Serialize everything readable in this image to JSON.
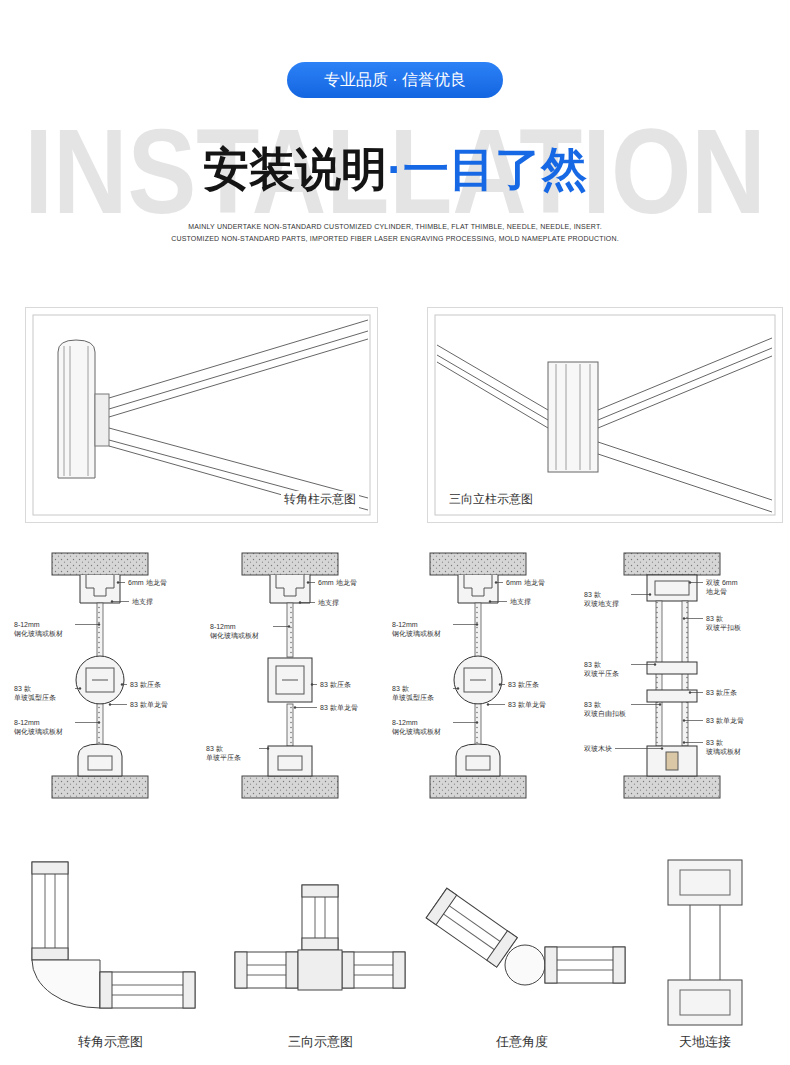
{
  "diagram": {
    "title": "安装说明·一目了然",
    "nodes": [
      {
        "text": [
          "专业品质 · 信誉优良"
        ]
      },
      {
        "text": [
          "转角柱示意图"
        ]
      },
      {
        "text": [
          "三向立柱示意图"
        ]
      }
    ],
    "labels": [
      "INSTALLATION",
      "MAINLY UNDERTAKE NON-STANDARD CUSTOMIZED CYLINDER, THIMBLE, FLAT THIMBLE, NEEDLE, NEEDLE, INSERT. CUSTOMIZED NON-STANDARD PARTS, IMPORTED FIBER LASER ENGRAVING PROCESSING, MOLD NAMEPLATE PRODUCTION.",
      "6mm 地龙骨",
      "地支撑",
      "8-12mm 钢化玻璃或板材",
      "83 款 单玻弧型压条",
      "83 款压条",
      "83 款单龙骨",
      "8-12mm 钢化玻璃或板材",
      "6mm 地龙骨",
      "地支撑",
      "8-12mm 钢化玻璃或板材",
      "83 款压条",
      "83 款单龙骨",
      "83 款 单玻平压条",
      "6mm 地龙骨",
      "地支撑",
      "8-12mm 钢化玻璃或板材",
      "83 款 单玻弧型压条",
      "83 款压条",
      "83 款单龙骨",
      "8-12mm 钢化玻璃或板材",
      "双玻 6mm 地龙骨",
      "83 款 双玻地支撑",
      "83 款 双玻平扣板",
      "83 款 双玻平压条",
      "83 款压条",
      "83 款 双玻自由扣板",
      "83 款单龙骨",
      "83 款 玻璃或板材",
      "双玻木块",
      "转角示意图",
      "三向示意图",
      "任意角度",
      "天地连接"
    ]
  }
}
